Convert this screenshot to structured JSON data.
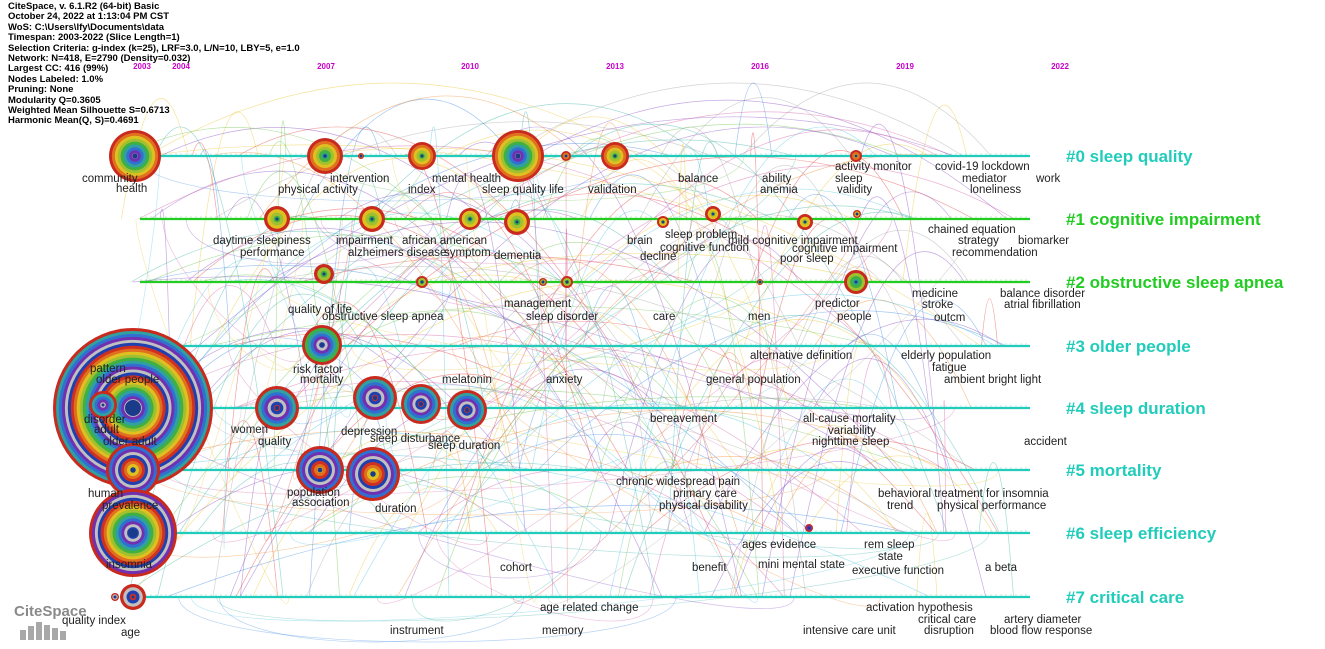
{
  "info_lines": [
    "CiteSpace, v. 6.1.R2 (64-bit) Basic",
    "October 24, 2022 at 1:13:04 PM CST",
    "WoS: C:\\Users\\lfy\\Documents\\data",
    "Timespan: 2003-2022 (Slice Length=1)",
    "Selection Criteria: g-index (k=25), LRF=3.0, L/N=10, LBY=5, e=1.0",
    "Network: N=418, E=2790 (Density=0.032)",
    "Largest CC: 416 (99%)",
    "Nodes Labeled: 1.0%",
    "Pruning: None",
    "Modularity Q=0.3605",
    "Weighted Mean Silhouette S=0.6713",
    "Harmonic Mean(Q, S)=0.4691"
  ],
  "years": [
    "2003",
    "2004",
    "2007",
    "2010",
    "2013",
    "2016",
    "2019",
    "2022"
  ],
  "clusters": [
    {
      "label": "#0 sleep quality",
      "color": "#22ccbb"
    },
    {
      "label": "#1 cognitive impairment",
      "color": "#22cc22"
    },
    {
      "label": "#2 obstructive sleep apnea",
      "color": "#22cc22"
    },
    {
      "label": "#3 older people",
      "color": "#22ccbb"
    },
    {
      "label": "#4 sleep duration",
      "color": "#22ccbb"
    },
    {
      "label": "#5 mortality",
      "color": "#22ccbb"
    },
    {
      "label": "#6 sleep efficiency",
      "color": "#22ccbb"
    },
    {
      "label": "#7 critical care",
      "color": "#22ccbb"
    }
  ],
  "keywords": [
    "community",
    "health",
    "physical activity",
    "intervention",
    "index",
    "mental health",
    "sleep quality life",
    "validation",
    "balance",
    "ability",
    "anemia",
    "activity monitor",
    "sleep",
    "validity",
    "covid-19 lockdown",
    "mediator",
    "loneliness",
    "work",
    "daytime sleepiness",
    "performance",
    "impairment",
    "alzheimers disease",
    "african american",
    "symptom",
    "dementia",
    "brain",
    "decline",
    "sleep problem",
    "cognitive function",
    "mild cognitive impairment",
    "cognitive impairment",
    "poor sleep",
    "chained equation",
    "strategy",
    "recommendation",
    "biomarker",
    "quality of life",
    "obstructive sleep apnea",
    "management",
    "sleep disorder",
    "care",
    "men",
    "predictor",
    "people",
    "medicine",
    "stroke",
    "outcm",
    "balance disorder",
    "atrial fibrillation",
    "pattern",
    "older people",
    "risk factor",
    "mortality",
    "alternative definition",
    "elderly population",
    "fatigue",
    "ambient bright light",
    "disorder",
    "adult",
    "older adult",
    "women",
    "quality",
    "depression",
    "sleep disturbance",
    "sleep duration",
    "melatonin",
    "anxiety",
    "general population",
    "bereavement",
    "all-cause mortality",
    "variability",
    "nighttime sleep",
    "accident",
    "human",
    "prevalence",
    "population",
    "association",
    "duration",
    "chronic widespread pain",
    "primary care",
    "physical disability",
    "behavioral treatment for insomnia",
    "trend",
    "physical performance",
    "insomnia",
    "ages evidence",
    "rem sleep",
    "state",
    "mini mental state",
    "executive function",
    "cohort",
    "benefit",
    "a beta",
    "quality index",
    "age",
    "age related change",
    "instrument",
    "memory",
    "activation hypothesis",
    "critical care",
    "artery diameter",
    "intensive care unit",
    "disruption",
    "blood flow response"
  ],
  "logo_text": "CiteSpace"
}
